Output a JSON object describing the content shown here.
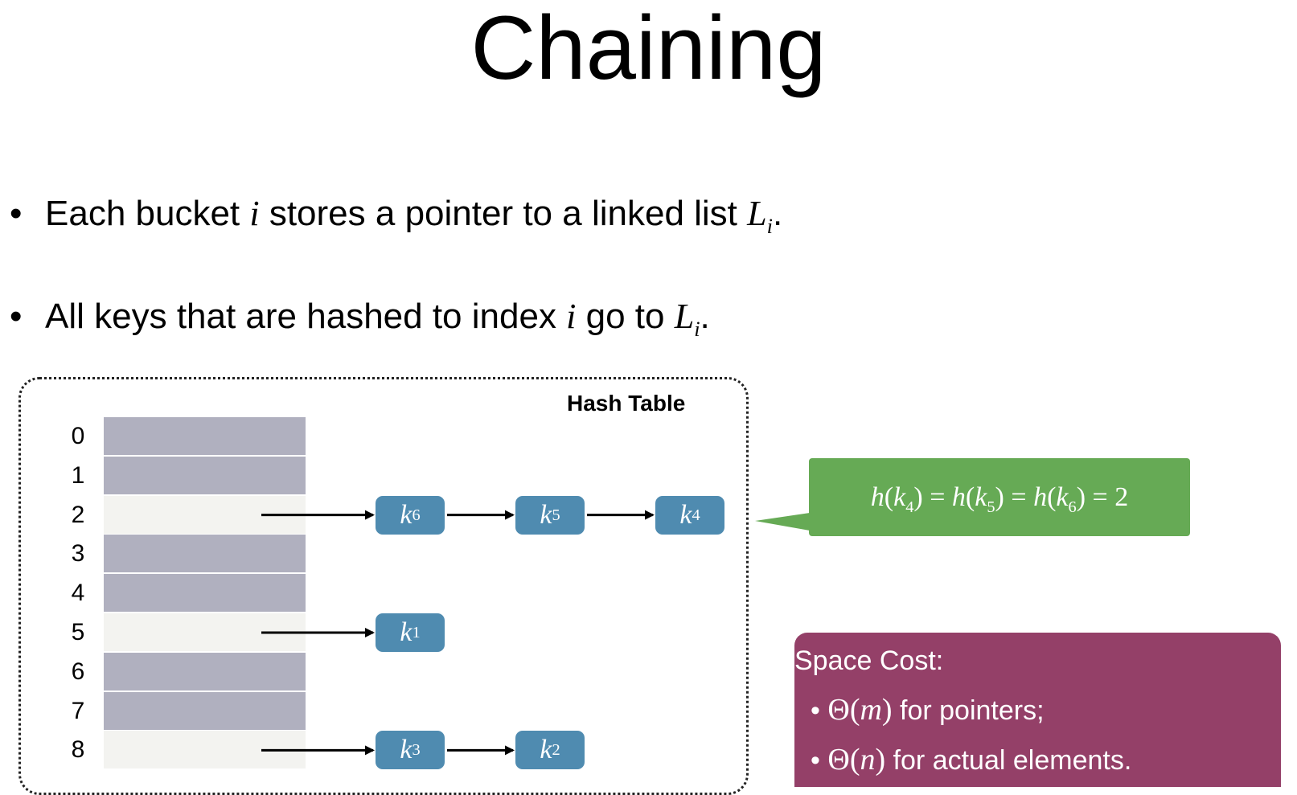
{
  "title": "Chaining",
  "bullets": [
    {
      "t1": "Each bucket ",
      "v1": "i",
      "t2": " stores a pointer to a linked list ",
      "v2": "L",
      "sub": "i",
      "t3": "."
    },
    {
      "t1": "All keys that are hashed to index ",
      "v1": "i",
      "t2": " go to ",
      "v2": "L",
      "sub": "i",
      "t3": "."
    }
  ],
  "bullet_symbol": "•",
  "hash_table": {
    "label": "Hash Table",
    "rows": [
      {
        "index": "0",
        "filled": false
      },
      {
        "index": "1",
        "filled": false
      },
      {
        "index": "2",
        "filled": true,
        "chain": [
          {
            "k": "k",
            "n": "6"
          },
          {
            "k": "k",
            "n": "5"
          },
          {
            "k": "k",
            "n": "4"
          }
        ]
      },
      {
        "index": "3",
        "filled": false
      },
      {
        "index": "4",
        "filled": false
      },
      {
        "index": "5",
        "filled": true,
        "chain": [
          {
            "k": "k",
            "n": "1"
          }
        ]
      },
      {
        "index": "6",
        "filled": false
      },
      {
        "index": "7",
        "filled": false
      },
      {
        "index": "8",
        "filled": true,
        "chain": [
          {
            "k": "k",
            "n": "3"
          },
          {
            "k": "k",
            "n": "2"
          }
        ]
      }
    ]
  },
  "callout": {
    "parts": [
      {
        "f": "h",
        "k": "k",
        "n": "4"
      },
      {
        "f": "h",
        "k": "k",
        "n": "5"
      },
      {
        "f": "h",
        "k": "k",
        "n": "6"
      }
    ],
    "eq": " = ",
    "result": "2"
  },
  "space_cost": {
    "heading": "Space Cost:",
    "items": [
      {
        "theta": "Θ",
        "var": "m",
        "text": " for pointers;"
      },
      {
        "theta": "Θ",
        "var": "n",
        "text": " for actual elements."
      }
    ]
  },
  "colors": {
    "empty_slot": "#b0b0bf",
    "used_slot": "#f3f3f0",
    "node": "#4f8bb0",
    "callout": "#66aa55",
    "cost_box": "#944068"
  }
}
